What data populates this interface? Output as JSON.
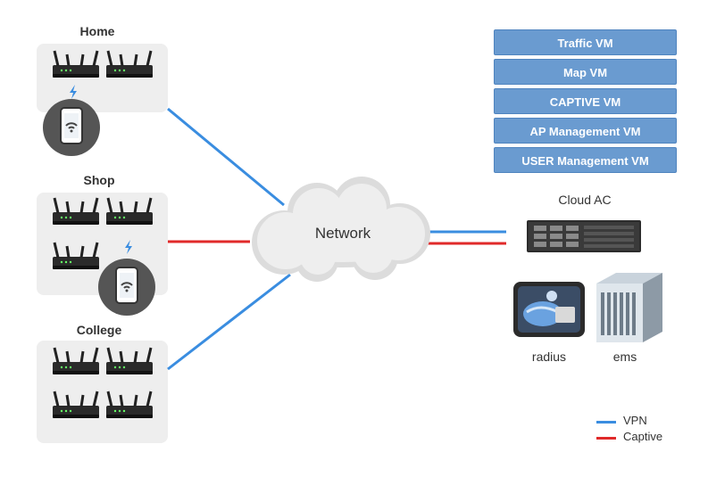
{
  "sites": [
    {
      "label": "Home"
    },
    {
      "label": "Shop"
    },
    {
      "label": "College"
    }
  ],
  "network": {
    "label": "Network"
  },
  "cloud_ac": {
    "label": "Cloud AC",
    "vms": [
      {
        "label": "Traffic VM"
      },
      {
        "label": "Map VM"
      },
      {
        "label": "CAPTIVE VM"
      },
      {
        "label": "AP Management VM"
      },
      {
        "label": "USER Management VM"
      }
    ]
  },
  "servers": {
    "radius": "radius",
    "ems": "ems"
  },
  "legend": [
    {
      "label": "VPN",
      "color": "#3a8de0"
    },
    {
      "label": "Captive",
      "color": "#e02a2a"
    }
  ],
  "colors": {
    "vpn": "#3a8de0",
    "captive": "#e02a2a",
    "vm_fill": "#6a9bd0"
  }
}
